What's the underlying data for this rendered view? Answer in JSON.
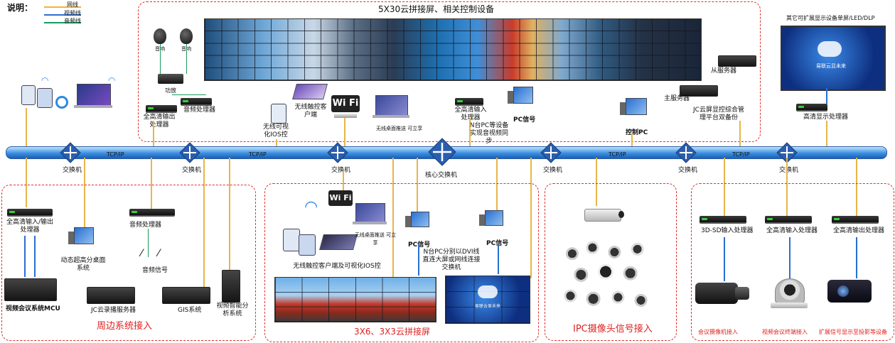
{
  "legend": {
    "title": "说明：",
    "items": [
      {
        "label": "网线",
        "color": "#f0b43c"
      },
      {
        "label": "视频线",
        "color": "#2a6fd0"
      },
      {
        "label": "音频线",
        "color": "#1a9a5a"
      }
    ]
  },
  "top_group": {
    "title": "5X30云拼接屏、相关控制设备",
    "speaker_a": "音响",
    "speaker_b": "音响",
    "amp": "功放",
    "audio_processor": "音频处理器",
    "hd_out": "全高清输出处理器",
    "touch_client": "无线触控客户端",
    "ios_control": "无线可视化IOS控",
    "laptop_push": "无线桌面推送 可立享",
    "hd_in": "全高清输入处理器",
    "pc_sync": "N台PC等设备实现音视频同步",
    "pc_signal": "PC信号",
    "control_pc": "控制PC",
    "main_server": "主服务器",
    "slave_server": "从服务器",
    "backup": "JC云屏显控综合管理平台双备份"
  },
  "extend": {
    "title": "其它可扩展显示设备单屏/LED/DLP",
    "hd_display": "高清显示处理器",
    "logo_text": "易联云显未来"
  },
  "network": {
    "protocol": [
      "TCP/IP",
      "TCP/IP",
      "TCP/IP",
      "TCP/IP"
    ],
    "switch_label": "交换机",
    "core_switch": "核心交换机"
  },
  "peripheral": {
    "title": "周边系统接入",
    "hd_io": "全高清输入/输出处理器",
    "mcu": "视频会议系统MCU",
    "desktop": "动态超高分桌面系统",
    "audio_processor": "音频处理器",
    "audio_signal": "音频信号",
    "recorder": "JC云录播服务器",
    "gis": "GIS系统",
    "video_ai": "视频智能分析系统"
  },
  "wall3": {
    "title": "3X6、3X3云拼接屏",
    "touch_ios": "无线触控客户端及可视化IOS控",
    "push": "无线桌面推送 可立享",
    "pc_signal_a": "PC信号",
    "pc_signal_b": "PC信号",
    "dvi_note": "N台PC分别以DVI线直连大屏或网线连接交换机"
  },
  "ipc": {
    "title": "IPC摄像头信号接入"
  },
  "right_group": {
    "sd3d": "3D-SD输入处理器",
    "hd_in_a": "全高清输入处理器",
    "hd_in_b": "全高清输出处理器",
    "cam": "会议摄像机接入",
    "conf": "视频会议终端接入",
    "proj": "扩展信号显示至投影等设备"
  }
}
